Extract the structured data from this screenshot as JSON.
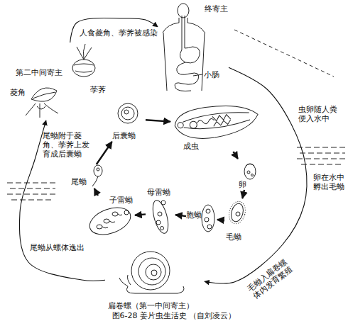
{
  "diagram": {
    "caption": "图6-28 姜片虫生活史 （自刘凌云）",
    "nodes": [
      {
        "text": [
          "终寄主"
        ]
      },
      {
        "text": [
          "第二中间寄主"
        ]
      },
      {
        "text": [
          "荸荠"
        ],
        "in": 1
      },
      {
        "text": [
          "菱角"
        ],
        "in": 1
      },
      {
        "text": [
          "后囊蚴"
        ]
      },
      {
        "text": [
          "成虫"
        ]
      },
      {
        "text": [
          "卵"
        ]
      },
      {
        "text": [
          "尾蚴"
        ]
      },
      {
        "text": [
          "子雷蚴"
        ]
      },
      {
        "text": [
          "母雷蚴"
        ]
      },
      {
        "text": [
          "胞蚴"
        ]
      },
      {
        "text": [
          "毛蚴"
        ]
      },
      {
        "text": [
          "扁卷螺（第一中间寄主）"
        ]
      }
    ],
    "edges": [
      {
        "from": 1,
        "to": 0,
        "arrow": "to",
        "label": "人食菱角、荸荠被感染"
      },
      {
        "from": 0,
        "to": 12,
        "arrow": "to",
        "label": "虫卵随人粪便入水中"
      },
      {
        "from": 12,
        "to": 1,
        "arrow": "to",
        "label": "尾蚴从螺体逸出"
      },
      {
        "from": 5,
        "to": 6,
        "arrow": "to"
      },
      {
        "from": 6,
        "to": 11,
        "arrow": "to"
      },
      {
        "from": 11,
        "to": 10,
        "arrow": "to"
      },
      {
        "from": 10,
        "to": 9,
        "arrow": "to"
      },
      {
        "from": 9,
        "to": 8,
        "arrow": "to"
      },
      {
        "from": 8,
        "to": 7,
        "arrow": "to"
      },
      {
        "from": 7,
        "to": 4,
        "arrow": "to"
      },
      {
        "from": 4,
        "to": 5,
        "arrow": "to"
      }
    ],
    "labels": [
      "小肠",
      "卵在水中孵出毛蚴",
      "毛蚴入扁卷螺体内发育繁殖",
      "尾蚴附于菱角、荸荠上发育成后囊蚴"
    ]
  }
}
